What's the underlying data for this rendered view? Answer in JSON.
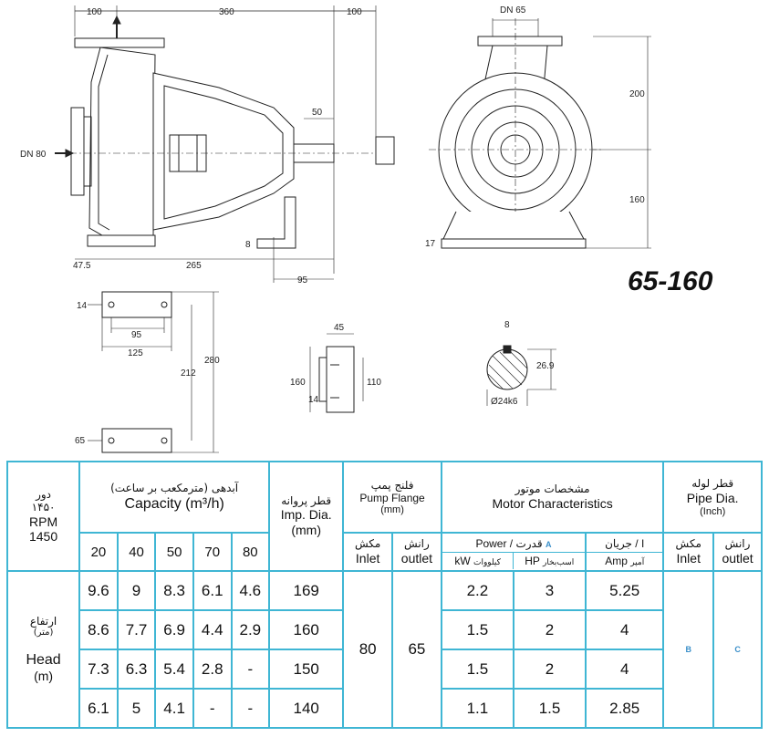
{
  "model": "65-160",
  "dimensions": {
    "top_left_100": "100",
    "top_360": "360",
    "top_right_100": "100",
    "dn_outlet": "DN 65",
    "dn_inlet": "DN 80",
    "shaft_50": "50",
    "base_8": "8",
    "base_47_5": "47.5",
    "base_265": "265",
    "base_95_right": "95",
    "side_200": "200",
    "side_160": "160",
    "side_17": "17",
    "foot_14": "14",
    "foot_95": "95",
    "foot_125": "125",
    "foot_212": "212",
    "foot_280": "280",
    "foot_65": "65",
    "bracket_45": "45",
    "bracket_160": "160",
    "bracket_110": "110",
    "bracket_14": "14",
    "key_8": "8",
    "key_26_9": "26.9",
    "shaft_dia": "Ø24k6"
  },
  "table": {
    "rpm_fa": "دور",
    "rpm_fa_num": "۱۴۵۰",
    "rpm_en": "RPM",
    "rpm_en_num": "1450",
    "capacity_fa": "آبدهی (مترمکعب بر ساعت)",
    "capacity_en": "Capacity (m³/h)",
    "flow_values": [
      "20",
      "40",
      "50",
      "70",
      "80"
    ],
    "imp_fa": "قطر پروانه",
    "imp_en": "Imp. Dia.",
    "imp_unit": "(mm)",
    "flange_fa": "فلنج پمپ",
    "flange_en": "Pump Flange",
    "flange_unit": "(mm)",
    "inlet_fa": "مکش",
    "inlet_en": "Inlet",
    "outlet_fa": "رانش",
    "outlet_en": "outlet",
    "motor_fa": "مشخصات موتور",
    "motor_en": "Motor Characteristics",
    "power_label": "Power  /  قدرت",
    "power_mark": "A",
    "current_label": "جریان / I",
    "kw_en": "kW",
    "kw_fa": "کیلووات",
    "hp_en": "HP",
    "hp_fa": "اسب‌بخار",
    "amp_en": "Amp",
    "amp_fa": "آمپر",
    "pipe_fa": "قطر لوله",
    "pipe_en": "Pipe Dia.",
    "pipe_unit": "(Inch)",
    "head_fa": "ارتفاع",
    "head_fa_unit": "(متر)",
    "head_en": "Head",
    "head_unit": "(m)",
    "flange_inlet": "80",
    "flange_outlet": "65",
    "pipe_inlet": "B",
    "pipe_outlet": "C",
    "rows": [
      {
        "heads": [
          "9.6",
          "9",
          "8.3",
          "6.1",
          "4.6"
        ],
        "imp": "169",
        "kw": "2.2",
        "hp": "3",
        "amp": "5.25"
      },
      {
        "heads": [
          "8.6",
          "7.7",
          "6.9",
          "4.4",
          "2.9"
        ],
        "imp": "160",
        "kw": "1.5",
        "hp": "2",
        "amp": "4"
      },
      {
        "heads": [
          "7.3",
          "6.3",
          "5.4",
          "2.8",
          "-"
        ],
        "imp": "150",
        "kw": "1.5",
        "hp": "2",
        "amp": "4"
      },
      {
        "heads": [
          "6.1",
          "5",
          "4.1",
          "-",
          "-"
        ],
        "imp": "140",
        "kw": "1.1",
        "hp": "1.5",
        "amp": "2.85"
      }
    ]
  }
}
